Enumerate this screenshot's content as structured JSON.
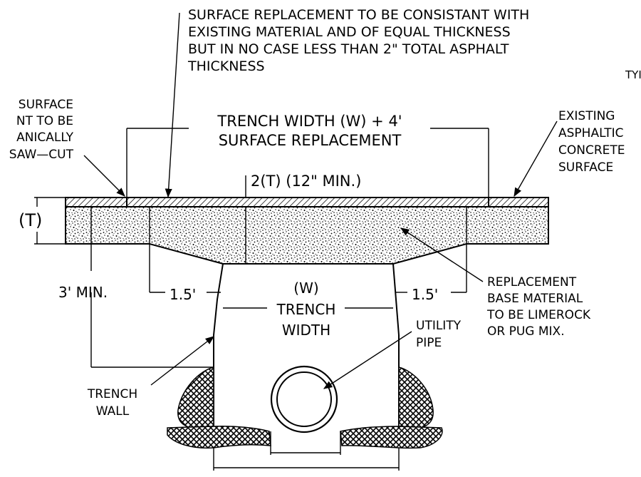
{
  "notes": {
    "surface_replacement": [
      "SURFACE REPLACEMENT TO BE CONSISTANT WITH",
      "EXISTING MATERIAL AND OF EQUAL THICKNESS",
      "BUT IN NO CASE LESS THAN 2\" TOTAL ASPHALT",
      "THICKNESS"
    ],
    "typ": "TYI",
    "saw_cut": [
      "SURFACE",
      "NT TO BE",
      "ANICALLY",
      "SAW—CUT"
    ],
    "trench_width_header": [
      "TRENCH WIDTH (W) + 4'",
      "SURFACE REPLACEMENT"
    ],
    "existing_surface": [
      "EXISTING",
      "ASPHALTIC",
      "CONCRETE",
      "SURFACE"
    ],
    "base_dim": "2(T) (12\" MIN.)",
    "thickness": "(T)",
    "three_min": "3' MIN.",
    "left_offset": "1.5'",
    "right_offset": "1.5'",
    "trench_width": [
      "(W)",
      "TRENCH",
      "WIDTH"
    ],
    "utility_pipe": [
      "UTILITY",
      "PIPE"
    ],
    "replacement_base": [
      "REPLACEMENT",
      "BASE MATERIAL",
      "TO BE LIMEROCK",
      "OR PUG MIX."
    ],
    "trench_wall": [
      "TRENCH",
      "WALL"
    ]
  },
  "colors": {
    "line": "#000000",
    "background": "#ffffff"
  }
}
